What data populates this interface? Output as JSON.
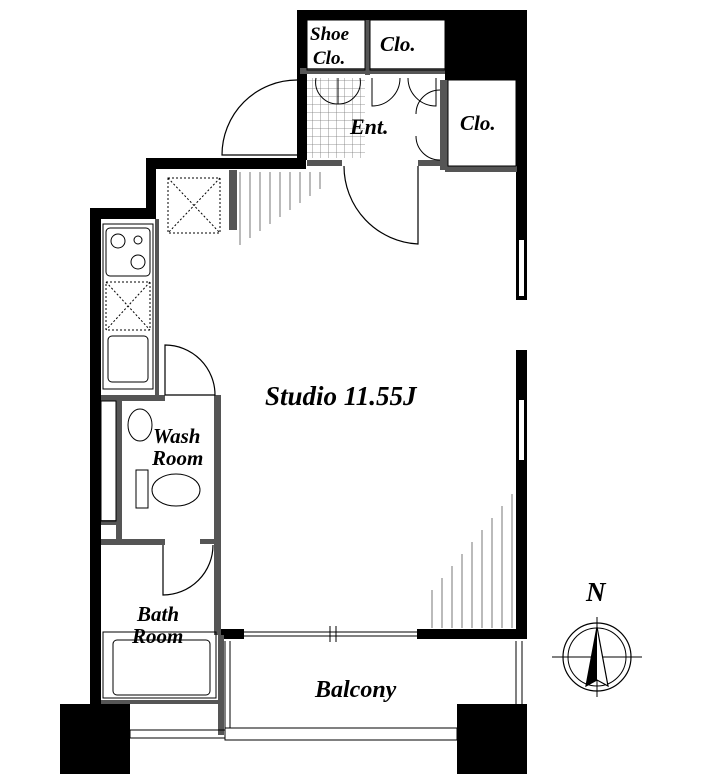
{
  "rooms": {
    "studio": "Studio 11.55J",
    "entrance": "Ent.",
    "shoe_closet_line1": "Shoe",
    "shoe_closet_line2": "Clo.",
    "closet_top": "Clo.",
    "closet_right": "Clo.",
    "wash_room_line1": "Wash",
    "wash_room_line2": "Room",
    "bath_room_line1": "Bath",
    "bath_room_line2": "Room",
    "balcony": "Balcony"
  },
  "compass": {
    "label": "N"
  },
  "colors": {
    "wall": "#000000",
    "partition": "#555555",
    "line": "#000000",
    "background": "#ffffff"
  }
}
